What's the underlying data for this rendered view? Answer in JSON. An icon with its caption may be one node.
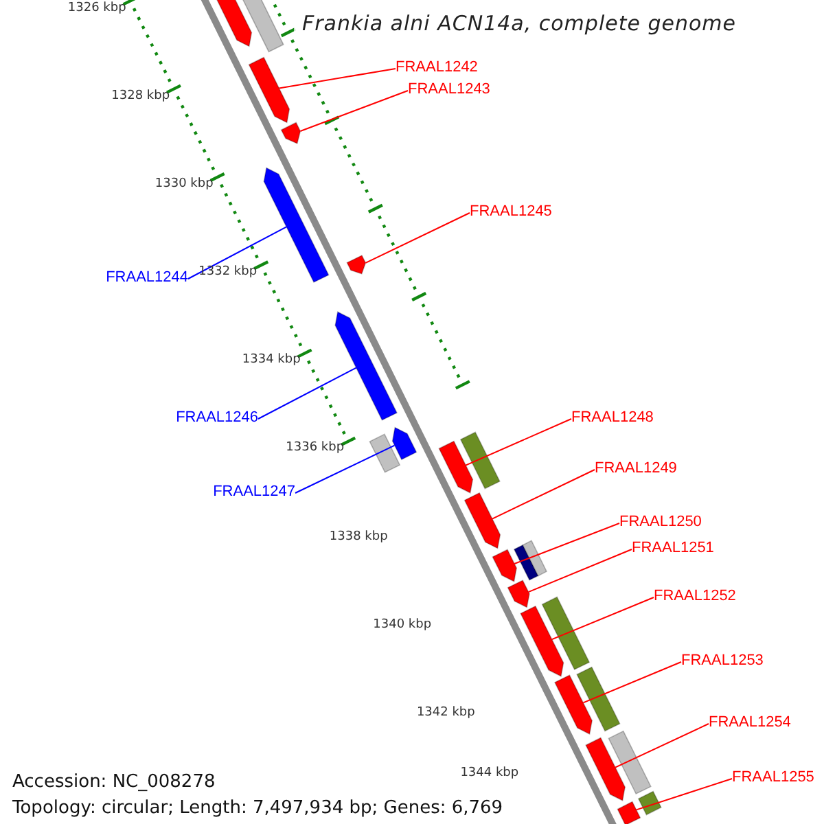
{
  "diagram": {
    "title": "Frankia alni ACN14a, complete genome",
    "nodes": [
      {
        "text": [
          "FRAAL1242"
        ]
      },
      {
        "text": [],
        "shape": "bar"
      },
      {
        "text": [
          "FRAAL1243"
        ]
      },
      {
        "text": [],
        "shape": "bar"
      },
      {
        "text": [
          "FRAAL1244"
        ]
      },
      {
        "text": [],
        "shape": "bar"
      },
      {
        "text": [
          "FRAAL1245"
        ]
      },
      {
        "text": [],
        "shape": "bar"
      },
      {
        "text": [
          "FRAAL1246"
        ]
      },
      {
        "text": [],
        "shape": "bar"
      },
      {
        "text": [
          "FRAAL1247"
        ]
      },
      {
        "text": [],
        "shape": "bar"
      },
      {
        "text": [
          "FRAAL1248"
        ]
      },
      {
        "text": [],
        "shape": "bar"
      },
      {
        "text": [
          "FRAAL1249"
        ]
      },
      {
        "text": [],
        "shape": "bar"
      },
      {
        "text": [
          "FRAAL1250"
        ]
      },
      {
        "text": [],
        "shape": "bar"
      },
      {
        "text": [
          "FRAAL1251"
        ]
      },
      {
        "text": [],
        "shape": "bar"
      },
      {
        "text": [
          "FRAAL1252"
        ]
      },
      {
        "text": [],
        "shape": "bar"
      },
      {
        "text": [
          "FRAAL1253"
        ]
      },
      {
        "text": [],
        "shape": "bar"
      },
      {
        "text": [
          "FRAAL1254"
        ]
      },
      {
        "text": [],
        "shape": "bar"
      },
      {
        "text": [
          "FRAAL1255"
        ]
      },
      {
        "text": [],
        "shape": "bar"
      },
      {
        "text": [],
        "shape": "bar"
      },
      {
        "text": [],
        "shape": "bar"
      },
      {
        "text": [],
        "shape": "bar"
      },
      {
        "text": [],
        "shape": "bar"
      },
      {
        "text": [],
        "shape": "bar"
      },
      {
        "text": [],
        "shape": "bar"
      },
      {
        "text": [],
        "shape": "bar"
      },
      {
        "text": [],
        "shape": "bar"
      },
      {
        "text": [],
        "shape": "bar"
      },
      {
        "text": [],
        "shape": "bar"
      }
    ],
    "edges": [
      {
        "from": 0,
        "to": 1,
        "arrow": "none"
      },
      {
        "from": 2,
        "to": 3,
        "arrow": "none"
      },
      {
        "from": 4,
        "to": 5,
        "arrow": "none",
        "color": "#0000ff"
      },
      {
        "from": 6,
        "to": 7,
        "arrow": "none"
      },
      {
        "from": 8,
        "to": 9,
        "arrow": "none",
        "color": "#0000ff"
      },
      {
        "from": 10,
        "to": 11,
        "arrow": "none",
        "color": "#0000ff"
      },
      {
        "from": 12,
        "to": 13,
        "arrow": "none"
      },
      {
        "from": 14,
        "to": 15,
        "arrow": "none"
      },
      {
        "from": 16,
        "to": 17,
        "arrow": "none"
      },
      {
        "from": 18,
        "to": 19,
        "arrow": "none"
      },
      {
        "from": 20,
        "to": 21,
        "arrow": "none"
      },
      {
        "from": 22,
        "to": 23,
        "arrow": "none"
      },
      {
        "from": 24,
        "to": 25,
        "arrow": "none"
      },
      {
        "from": 26,
        "to": 27,
        "arrow": "none"
      }
    ],
    "labels": [
      "1326 kbp",
      "1328 kbp",
      "1330 kbp",
      "1332 kbp",
      "1334 kbp",
      "1336 kbp",
      "1338 kbp",
      "1340 kbp",
      "1342 kbp",
      "1344 kbp",
      "Accession: NC_008278",
      "Topology: circular; Length: 7,497,934 bp; Genes: 6,769"
    ]
  }
}
